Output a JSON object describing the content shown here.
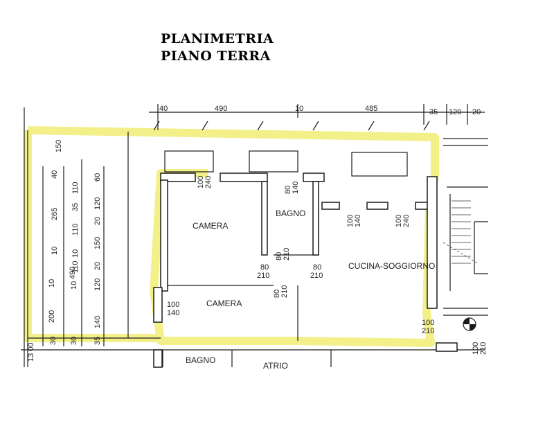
{
  "title": {
    "line1": "PLANIMETRIA",
    "line2": "PIANO TERRA"
  },
  "rooms": {
    "camera1": "CAMERA",
    "camera2": "CAMERA",
    "bagno": "BAGNO",
    "cucina": "CUCINA-SOGGIORNO",
    "bagno_below": "BAGNO",
    "atrio": "ATRIO"
  },
  "top_dims": [
    "40",
    "490",
    "10",
    "485",
    "35",
    "120",
    "20"
  ],
  "left_dims": {
    "col_a": [
      "13 00"
    ],
    "col_b": [
      "150",
      "40",
      "265",
      "10",
      "10",
      "490",
      "10",
      "200",
      "30"
    ],
    "col_c": [
      "110",
      "35",
      "110",
      "10",
      "110",
      "30"
    ],
    "col_d": [
      "60",
      "120",
      "20",
      "150",
      "20",
      "120",
      "140",
      "35"
    ]
  },
  "openings": {
    "o1": [
      "100",
      "240"
    ],
    "o2": [
      "80",
      "140"
    ],
    "o3": [
      "100",
      "140"
    ],
    "o4": [
      "100",
      "240"
    ],
    "o5": [
      "80",
      "210"
    ],
    "o6": [
      "80",
      "210"
    ],
    "o7": [
      "80",
      "210"
    ],
    "o8": [
      "80",
      "210"
    ],
    "o9": [
      "100",
      "140"
    ],
    "o10": [
      "100",
      "210"
    ],
    "o11": [
      "100",
      "210"
    ]
  },
  "colors": {
    "highlight": "#f3f08a",
    "ink": "#1a1a1a"
  }
}
